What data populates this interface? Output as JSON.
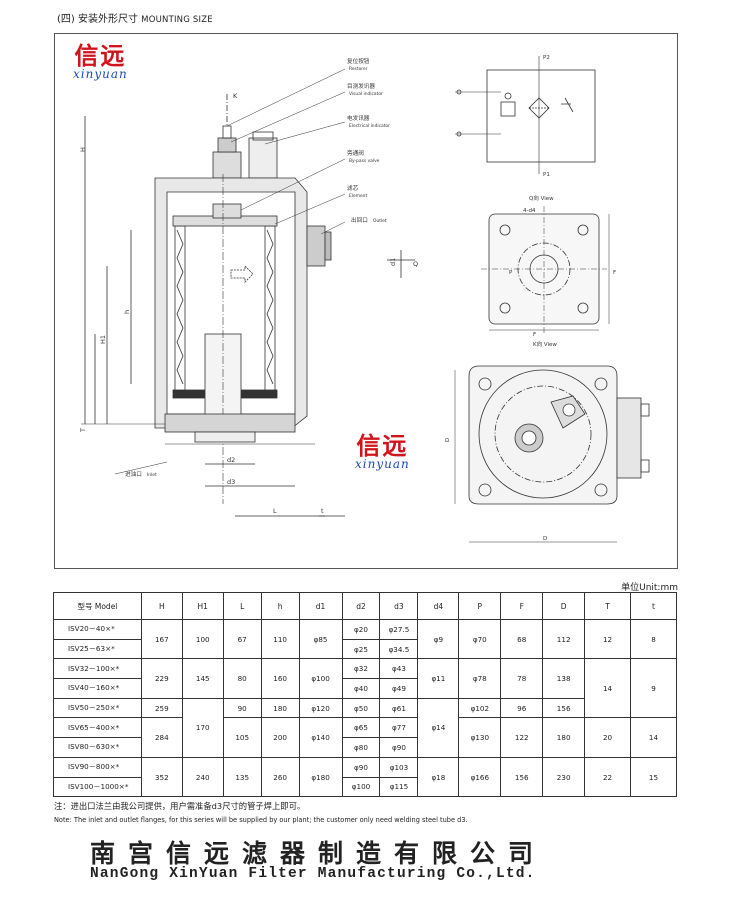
{
  "heading": {
    "cn": "(四) 安装外形尺寸",
    "en": "MOUNTING SIZE"
  },
  "logo": {
    "cn": "信远",
    "pinyin": "xinyuan"
  },
  "callouts": [
    {
      "cn": "复位按钮",
      "en": "Restorer"
    },
    {
      "cn": "目测发讯器",
      "en": "Visual indicator"
    },
    {
      "cn": "电发讯器",
      "en": "Electrical indicator"
    },
    {
      "cn": "旁通阀",
      "en": "By-pass valve"
    },
    {
      "cn": "滤芯",
      "en": "Element"
    }
  ],
  "outlet_label": {
    "cn": "出回口",
    "en": "Outlet"
  },
  "inlet_label": {
    "cn": "进油口",
    "en": "Inlet"
  },
  "view_q": "Q向 View",
  "view_k": "K向 View",
  "drawing_labels": {
    "four_d4": "4-d4",
    "P": "P",
    "F": "F",
    "D": "D",
    "P1": "P1",
    "P2": "P2",
    "H": "H",
    "H1": "H1",
    "h": "h",
    "L": "L",
    "T": "T",
    "t": "t",
    "d1": "d1",
    "d2": "d2",
    "d3": "d3",
    "a": "a",
    "K": "K",
    "Q": "Q"
  },
  "unit": "单位Unit:mm",
  "table": {
    "headers": [
      "型号 Model",
      "H",
      "H1",
      "L",
      "h",
      "d1",
      "d2",
      "d3",
      "d4",
      "P",
      "F",
      "D",
      "T",
      "t"
    ],
    "models": [
      "ISV20－40×*",
      "ISV25－63×*",
      "ISV32－100×*",
      "ISV40－160×*",
      "ISV50－250×*",
      "ISV65－400×*",
      "ISV80－630×*",
      "ISV90－800×*",
      "ISV100－1000×*"
    ],
    "d2": [
      "φ20",
      "φ25",
      "φ32",
      "φ40",
      "φ50",
      "φ65",
      "φ80",
      "φ90",
      "φ100"
    ],
    "d3": [
      "φ27.5",
      "φ34.5",
      "φ43",
      "φ49",
      "φ61",
      "φ77",
      "φ90",
      "φ103",
      "φ115"
    ],
    "groups": {
      "H": [
        "167",
        "229",
        "259",
        "284",
        "352"
      ],
      "H1": [
        "100",
        "145",
        "170",
        "240"
      ],
      "L": [
        "67",
        "80",
        "90",
        "105",
        "135"
      ],
      "h": [
        "110",
        "160",
        "180",
        "200",
        "260"
      ],
      "d1": [
        "φ85",
        "φ100",
        "φ120",
        "φ140",
        "φ180"
      ],
      "d4": [
        "φ9",
        "φ11",
        "φ14",
        "φ18"
      ],
      "P": [
        "φ70",
        "φ78",
        "φ102",
        "φ130",
        "φ166"
      ],
      "F": [
        "68",
        "78",
        "96",
        "122",
        "156"
      ],
      "D": [
        "112",
        "138",
        "156",
        "180",
        "230"
      ],
      "T": [
        "12",
        "14",
        "20",
        "22"
      ],
      "t": [
        "8",
        "9",
        "14",
        "15"
      ]
    }
  },
  "note_cn": "注：进出口法兰由我公司提供，用户需准备d3尺寸的管子焊上即可。",
  "note_en": "Note: The inlet and outlet flanges, for this series will be supplied by our plant; the customer only need welding steel tube d3.",
  "company": {
    "cn": "南宫信远滤器制造有限公司",
    "en": "NanGong XinYuan Filter Manufacturing  Co.,Ltd."
  }
}
